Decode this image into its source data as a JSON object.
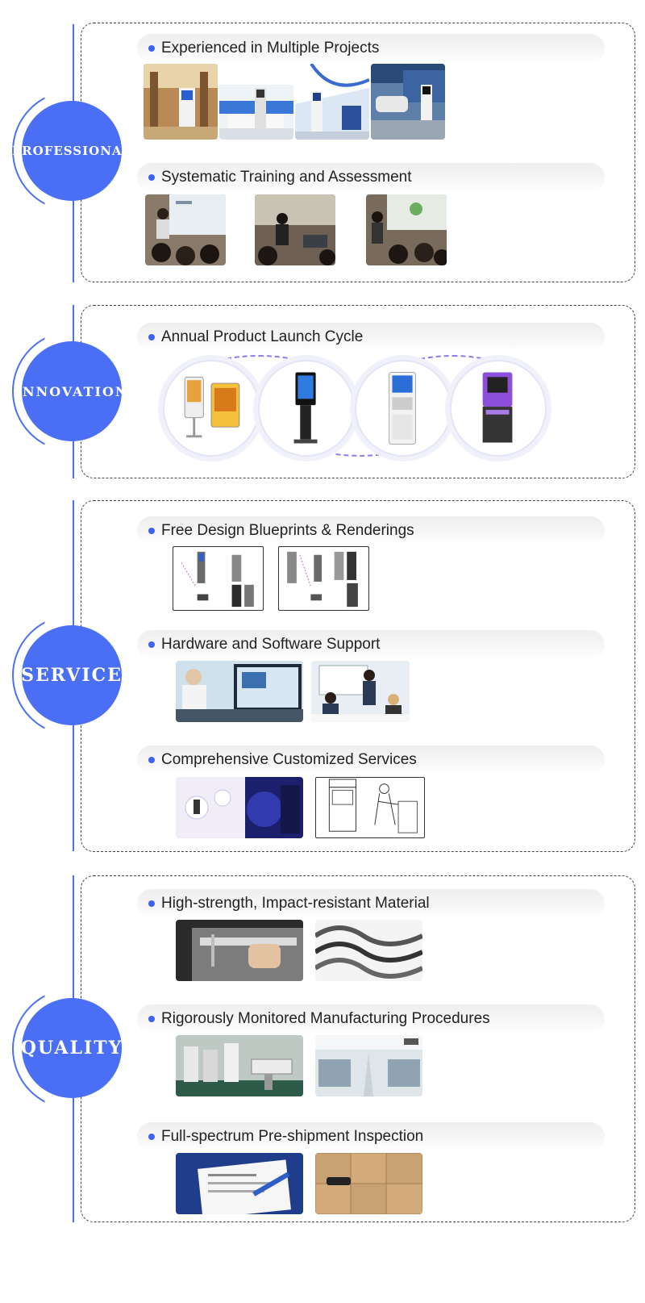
{
  "sections": {
    "professional": {
      "badge": "PROFESSIONAL",
      "items": [
        {
          "label": "Experienced in Multiple Projects"
        },
        {
          "label": "Systematic Training and Assessment"
        }
      ]
    },
    "innovation": {
      "badge": "INNOVATION",
      "items": [
        {
          "label": "Annual Product Launch Cycle"
        }
      ]
    },
    "service": {
      "badge": "SERVICE",
      "items": [
        {
          "label": "Free Design Blueprints & Renderings"
        },
        {
          "label": "Hardware and Software Support"
        },
        {
          "label": "Comprehensive Customized Services"
        }
      ]
    },
    "quality": {
      "badge": "QUALITY",
      "items": [
        {
          "label": "High-strength, Impact-resistant Material"
        },
        {
          "label": "Rigorously Monitored Manufacturing Procedures"
        },
        {
          "label": "Full-spectrum Pre-shipment Inspection"
        }
      ]
    }
  },
  "colors": {
    "accent": "#4a6ff5",
    "line": "#4a72f0",
    "arrow": "#7b68ee"
  }
}
